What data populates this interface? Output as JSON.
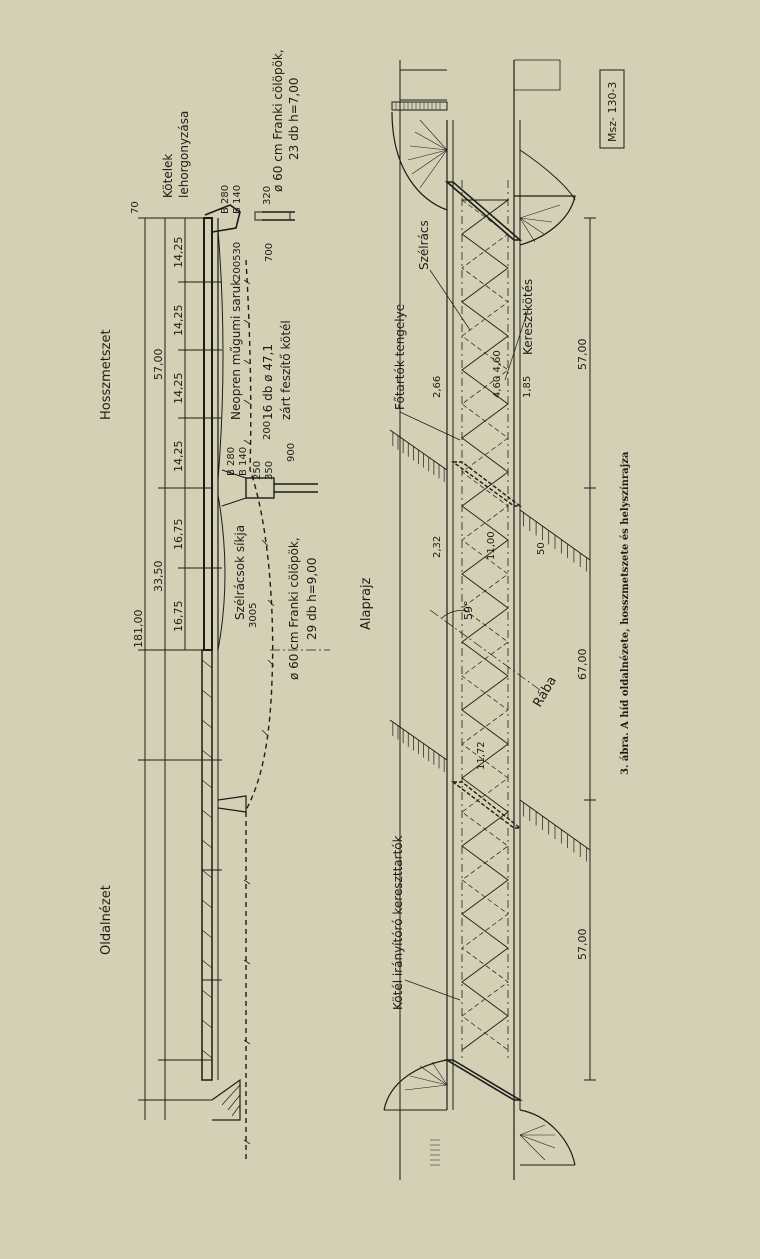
{
  "views": {
    "side_view": "Oldalnézet",
    "long_section": "Hosszmetszet",
    "plan_view": "Alaprajz"
  },
  "labels": {
    "cable_anchorage_1": "Kötelek",
    "cable_anchorage_2": "lehorgonyzása",
    "franki_piles_end_1": "ø 60 cm Franki cölöpök,",
    "franki_piles_end_2": "23 db    h=7,00",
    "neoprene_bearings": "Neopren műgumi saruk",
    "cable_count_1": "16 db ø 47,1",
    "cable_count_2": "zárt feszítő kötél",
    "wind_bracing_plane": "Szélrácsok síkja",
    "franki_piles_mid_1": "ø 60 cm Franki cölöpök,",
    "franki_piles_mid_2": "29 db    h=9,00",
    "wind_bracing": "Szélrács",
    "main_girder_axis": "Főtartók tengelye",
    "cross_tie": "Keresztkötés",
    "river": "Rába",
    "angle": "59°",
    "cable_cross_girders": "Kötél irányítóró kereszttartók",
    "drawing_id": "Msz- 130-3"
  },
  "dimensions": {
    "total": "181,00",
    "half": "33,50",
    "main_span": "57,00",
    "sub_a": "16,75",
    "sub_b": "14,25",
    "plan_side": "57,00",
    "plan_mid": "67,00",
    "top_70": "70",
    "d_320": "320",
    "d_700": "700",
    "d_200530": "200530",
    "d_200": "200",
    "d_900": "900",
    "d_250": "250",
    "d_350": "350",
    "d_3005": "3005",
    "b280": "B 280",
    "b140": "B 140",
    "p_266": "2,66",
    "p_460": "4,60 4,60",
    "p_185": "1,85",
    "p_232": "2,32",
    "p_1100": "11,00",
    "p_50": "50",
    "p_1172": "11,72"
  },
  "caption": "3. ábra. A híd oldalnézete, hosszmetszete és helyszínrajza"
}
